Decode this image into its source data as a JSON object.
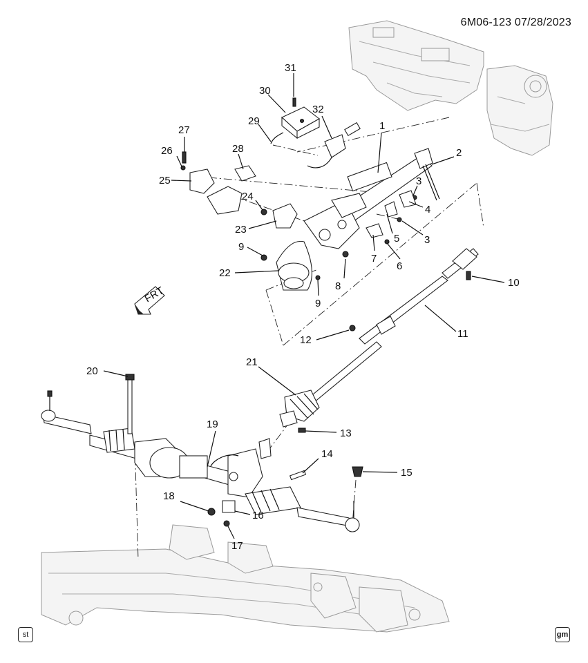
{
  "header": {
    "illustration_code": "6M06-123 07/28/2023"
  },
  "orientation": {
    "label": "FRT"
  },
  "callouts": [
    {
      "label": "1"
    },
    {
      "label": "2"
    },
    {
      "label": "3"
    },
    {
      "label": "3"
    },
    {
      "label": "4"
    },
    {
      "label": "5"
    },
    {
      "label": "6"
    },
    {
      "label": "7"
    },
    {
      "label": "8"
    },
    {
      "label": "9"
    },
    {
      "label": "9"
    },
    {
      "label": "10"
    },
    {
      "label": "11"
    },
    {
      "label": "12"
    },
    {
      "label": "13"
    },
    {
      "label": "14"
    },
    {
      "label": "15"
    },
    {
      "label": "16"
    },
    {
      "label": "17"
    },
    {
      "label": "18"
    },
    {
      "label": "19"
    },
    {
      "label": "20"
    },
    {
      "label": "21"
    },
    {
      "label": "22"
    },
    {
      "label": "23"
    },
    {
      "label": "24"
    },
    {
      "label": "25"
    },
    {
      "label": "26"
    },
    {
      "label": "27"
    },
    {
      "label": "28"
    },
    {
      "label": "29"
    },
    {
      "label": "30"
    },
    {
      "label": "31"
    },
    {
      "label": "32"
    }
  ],
  "footer": {
    "left_badge": "st",
    "right_badge": "gm"
  }
}
